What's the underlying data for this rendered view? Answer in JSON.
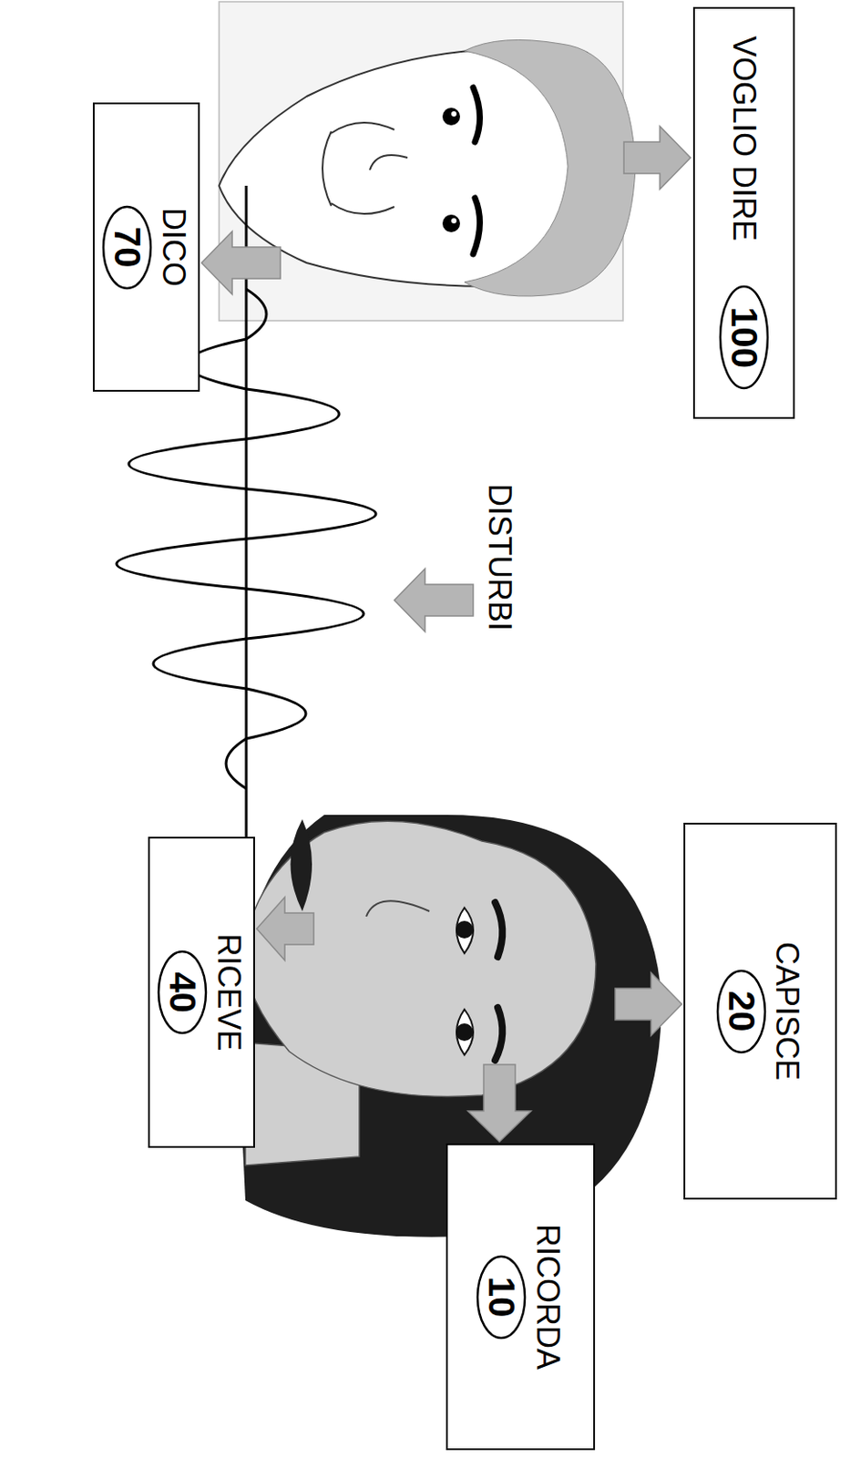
{
  "diagram": {
    "nodes": [
      {
        "text": [
          "VOGLIO DIRE"
        ]
      },
      {
        "text": [
          "100"
        ],
        "in": 0
      },
      {
        "text": [
          "DICO"
        ]
      },
      {
        "text": [
          "70"
        ],
        "in": 2
      },
      {
        "text": [
          "RICEVE"
        ]
      },
      {
        "text": [
          "40"
        ],
        "in": 4
      },
      {
        "text": [
          "CAPISCE"
        ]
      },
      {
        "text": [
          "20"
        ],
        "in": 6
      },
      {
        "text": [
          "RICORDA"
        ]
      },
      {
        "text": [
          "10"
        ],
        "in": 8
      }
    ],
    "labels": [
      "DISTURBI"
    ]
  }
}
